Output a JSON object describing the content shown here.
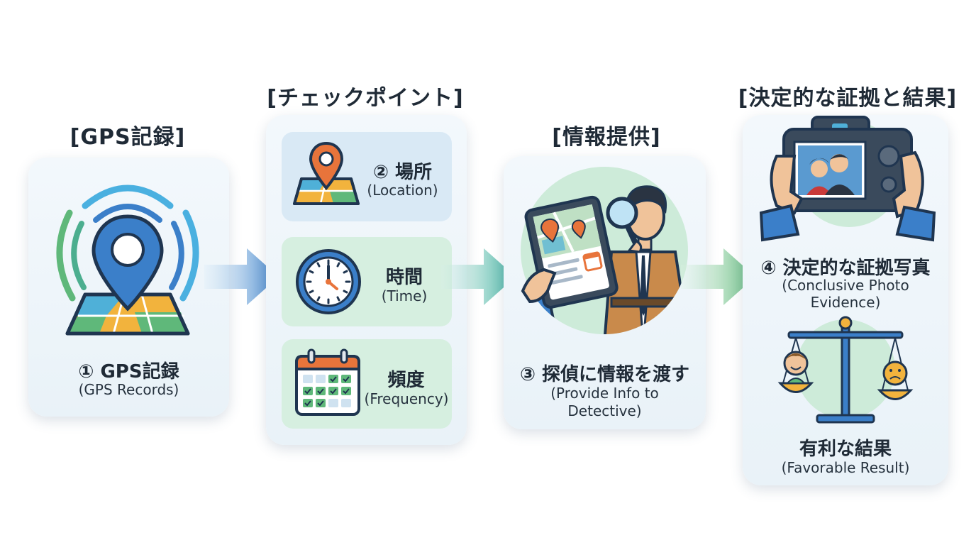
{
  "headings": {
    "gps": "[GPS記録]",
    "checkpoint": "[チェックポイント]",
    "info": "[情報提供]",
    "evidence": "[決定的な証拠と結果]"
  },
  "step1": {
    "jp": "① GPS記録",
    "en": "(GPS Records)"
  },
  "step2": {
    "location": {
      "jp": "② 場所",
      "en": "(Location)"
    },
    "time": {
      "jp": "時間",
      "en": "(Time)"
    },
    "frequency": {
      "jp": "頻度",
      "en": "(Frequency)"
    }
  },
  "step3": {
    "jp": "③ 探偵に情報を渡す",
    "en_line1": "(Provide Info to",
    "en_line2": "Detective)"
  },
  "step4": {
    "photo": {
      "jp": "④ 決定的な証拠写真",
      "en_line1": "(Conclusive Photo",
      "en_line2": "Evidence)"
    },
    "result": {
      "jp": "有利な結果",
      "en": "(Favorable Result)"
    }
  },
  "colors": {
    "blue": "#3b7fc9",
    "green": "#5fb87a",
    "orange": "#e8743b",
    "teal": "#3fb0a0"
  }
}
